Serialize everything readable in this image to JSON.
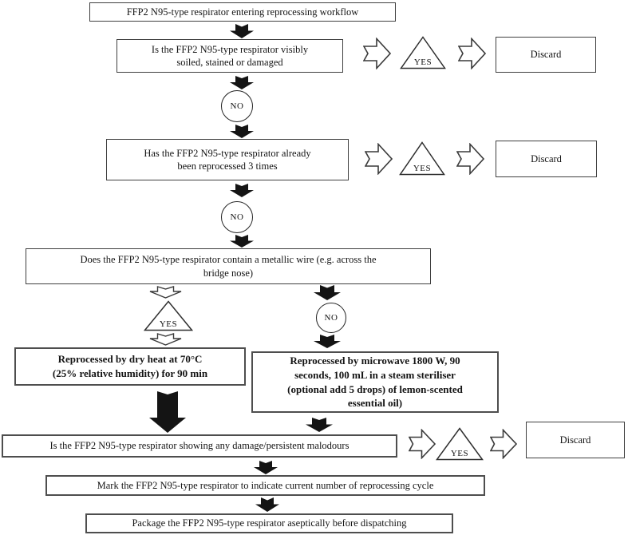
{
  "labels": {
    "yes": "YES",
    "no": "NO",
    "discard": "Discard"
  },
  "steps": {
    "start": "FFP2 N95-type respirator entering reprocessing workflow",
    "check_soiled": {
      "line1": "Is the FFP2 N95-type respirator visibly",
      "line2": "soiled, stained or damaged"
    },
    "check_cycles": {
      "line1": "Has the FFP2 N95-type respirator already",
      "line2": "been reprocessed 3 times"
    },
    "check_wire": {
      "line1": "Does the FFP2 N95-type respirator contain a metallic wire (e.g. across the",
      "line2": "bridge nose)"
    },
    "dry_heat": {
      "line1": "Reprocessed by dry heat at 70°C",
      "line2": "(25% relative humidity) for 90 min"
    },
    "microwave": {
      "line1": "Reprocessed by microwave 1800 W, 90",
      "line2": "seconds, 100 mL in a steam steriliser",
      "line3": "(optional add 5 drops) of lemon-scented",
      "line4": "essential oil)"
    },
    "check_damage": "Is the FFP2 N95-type respirator showing any damage/persistent malodours",
    "mark": "Mark the FFP2 N95-type respirator to indicate current number of reprocessing cycle",
    "package": "Package the FFP2 N95-type respirator aseptically before dispatching"
  },
  "colors": {
    "arrow_fill": "#141414",
    "box_border": "#4e4e4e",
    "text": "#141414",
    "background": "#ffffff"
  }
}
